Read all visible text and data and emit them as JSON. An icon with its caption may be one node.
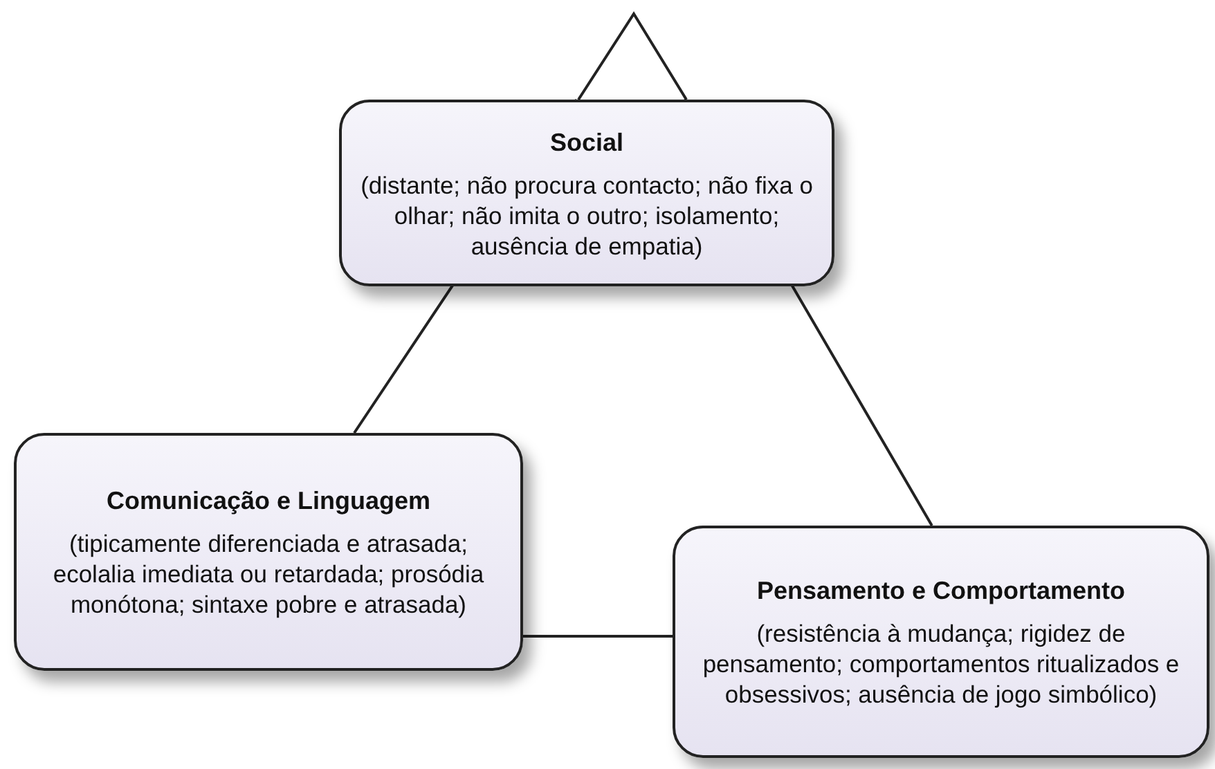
{
  "diagram": {
    "nodes": [
      {
        "text": [
          "Social",
          "(distante; não procura contacto; não fixa o olhar; não imita o outro; isolamento; ausência de empatia)"
        ]
      },
      {
        "text": [
          "Comunicação e Linguagem",
          "(tipicamente diferenciada e atrasada; ecolalia imediata ou retardada; prosódia monótona; sintaxe pobre e atrasada)"
        ]
      },
      {
        "text": [
          "Pensamento e Comportamento",
          "(resistência à mudança; rigidez de pensamento; comportamentos ritualizados e obsessivos; ausência de jogo simbólico)"
        ]
      }
    ],
    "edges": [
      {
        "from": 0,
        "to": 1,
        "arrow": "none"
      },
      {
        "from": 0,
        "to": 2,
        "arrow": "none"
      },
      {
        "from": 1,
        "to": 2,
        "arrow": "none"
      }
    ]
  }
}
